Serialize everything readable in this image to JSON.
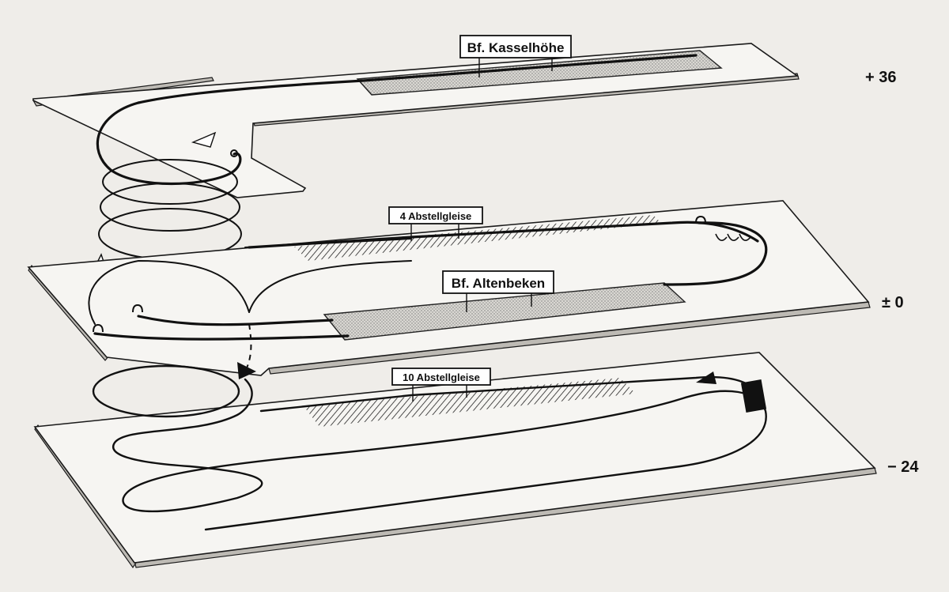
{
  "labels": {
    "station_top": "Bf. Kasselhöhe",
    "sidings_middle": "4 Abstellgleise",
    "station_middle": "Bf. Altenbeken",
    "sidings_bottom": "10 Abstellgleise"
  },
  "levels": {
    "top": "+ 36",
    "middle": "± 0",
    "bottom": "− 24"
  },
  "colors": {
    "paper": "#efede9",
    "plate": "#f6f5f2",
    "ink": "#111111"
  }
}
